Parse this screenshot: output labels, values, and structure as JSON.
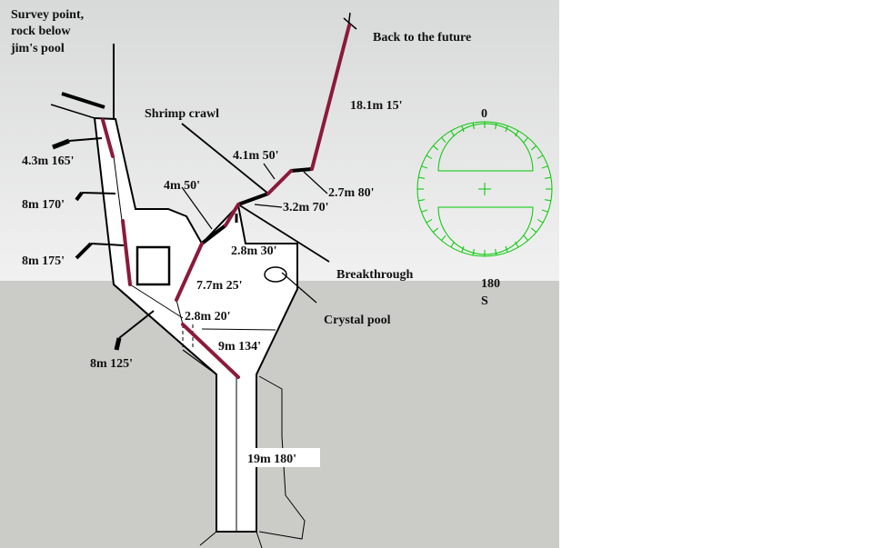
{
  "labels": {
    "survey_point": [
      "Survey point,",
      "rock below",
      "jim's pool"
    ],
    "back_to_future": "Back to the future",
    "shrimp_crawl": "Shrimp crawl",
    "breakthrough": "Breakthrough",
    "crystal_pool": "Crystal pool"
  },
  "legs": {
    "l1": "18.1m 15'",
    "l2": "4.1m 50'",
    "l3": "2.7m 80'",
    "l4": "3.2m 70'",
    "l5": "4m 50'",
    "l6": "2.8m 30'",
    "l7": "7.7m 25'",
    "l8": "2.8m 20'",
    "l9": "9m 134'",
    "l10": "19m 180'",
    "l11": "4.3m 165'",
    "l12": "8m 170'",
    "l13": "8m 175'",
    "l14": "8m 125'"
  },
  "compass": {
    "north_label": "0",
    "south_label": "180",
    "south_letter": "S"
  },
  "colors": {
    "survey_line": "#8b1a3a",
    "compass": "#00c800",
    "ground": "#cbcbc7",
    "sky_top": "#d8d9d9",
    "sky_bottom": "#f1f1f1"
  }
}
